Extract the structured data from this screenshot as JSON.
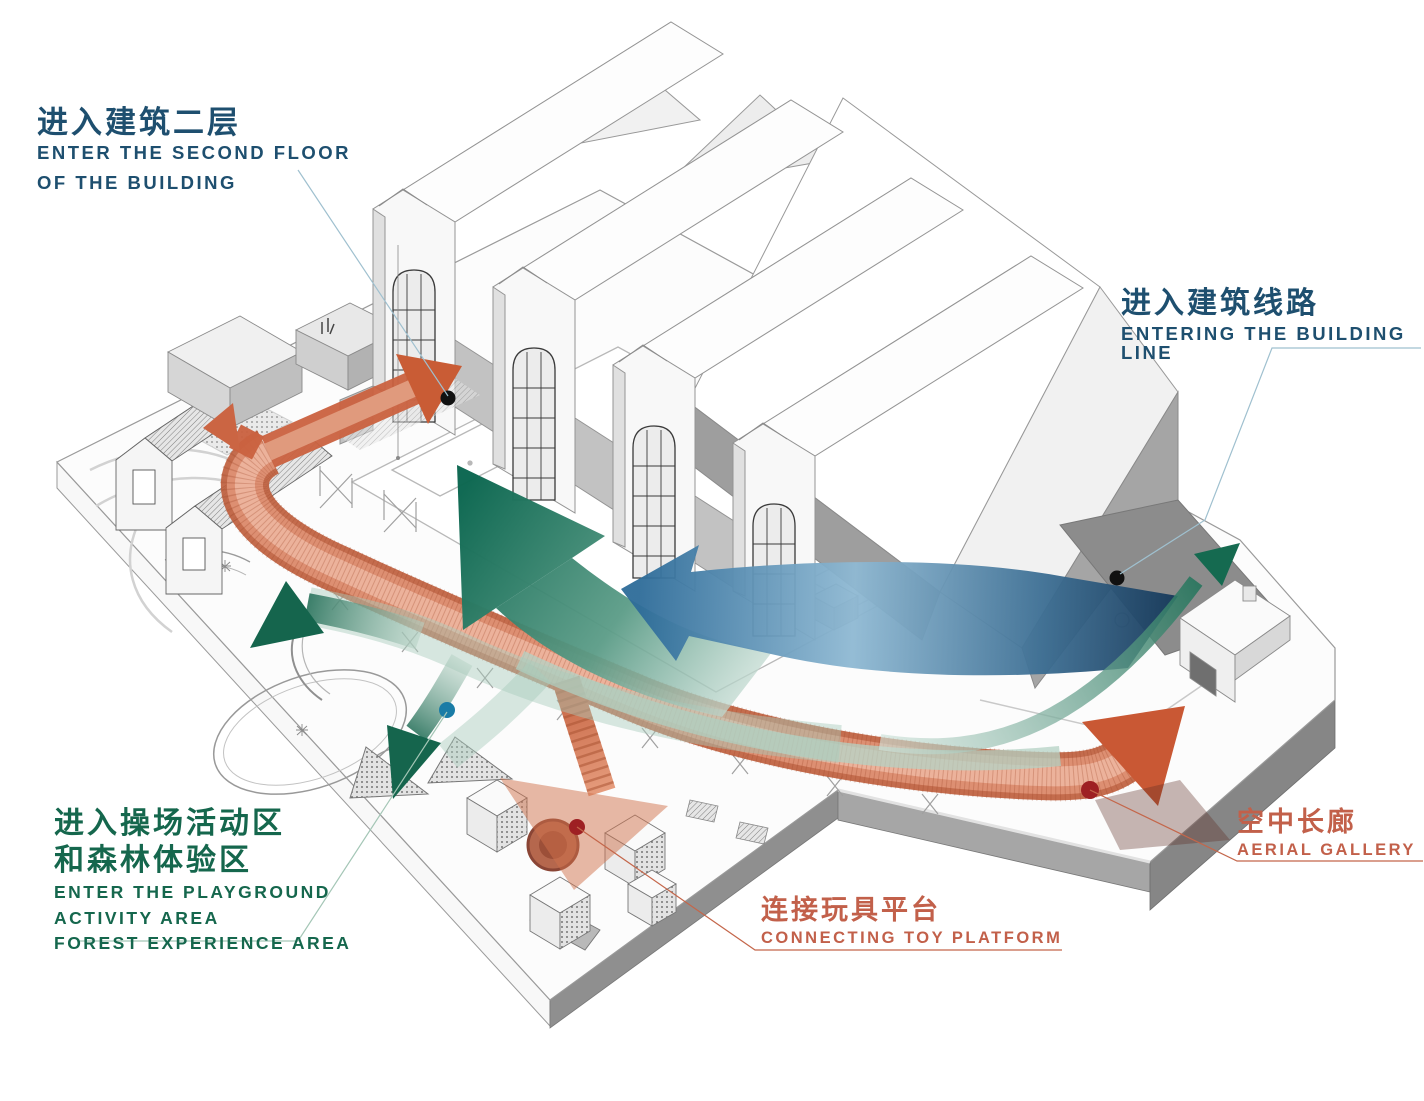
{
  "diagram": {
    "type": "axonometric campus circulation diagram",
    "background": "#ffffff"
  },
  "labels": {
    "second_floor": {
      "zh": "进入建筑二层",
      "en_line1": "ENTER THE SECOND FLOOR",
      "en_line2": "OF THE BUILDING",
      "color": "#1e4f6f"
    },
    "building_line": {
      "zh": "进入建筑线路",
      "en_line1": "ENTERING THE BUILDING LINE",
      "color": "#1e4f6f"
    },
    "playground": {
      "zh_line1": "进入操场活动区",
      "zh_line2": "和森林体验区",
      "en_line1": "ENTER THE PLAYGROUND",
      "en_line2": "ACTIVITY AREA",
      "en_line3": "FOREST EXPERIENCE AREA",
      "color": "#15674d"
    },
    "toy_platform": {
      "zh": "连接玩具平台",
      "en_line1": "CONNECTING TOY PLATFORM",
      "color": "#c2604a"
    },
    "aerial_gallery": {
      "zh": "空中长廊",
      "en_line1": "AERIAL GALLERY",
      "color": "#c2604a"
    }
  },
  "routes": [
    {
      "name": "aerial-gallery-walkway",
      "color": "#cb6240"
    },
    {
      "name": "enter-second-floor-branch",
      "color": "#c95c35"
    },
    {
      "name": "playground-field-route",
      "color": "#0d6850"
    },
    {
      "name": "entering-building-route",
      "color": "#1d4e73"
    },
    {
      "name": "gallery-long-route",
      "color": "#156a50"
    }
  ],
  "markers": [
    {
      "name": "second-floor-entry-dot",
      "color": "#111111"
    },
    {
      "name": "building-line-entry-dot",
      "color": "#111111"
    },
    {
      "name": "playground-dot",
      "color": "#1a7ca6"
    },
    {
      "name": "toy-platform-dot",
      "color": "#9e2023"
    },
    {
      "name": "aerial-gallery-dot",
      "color": "#9e2023"
    }
  ]
}
